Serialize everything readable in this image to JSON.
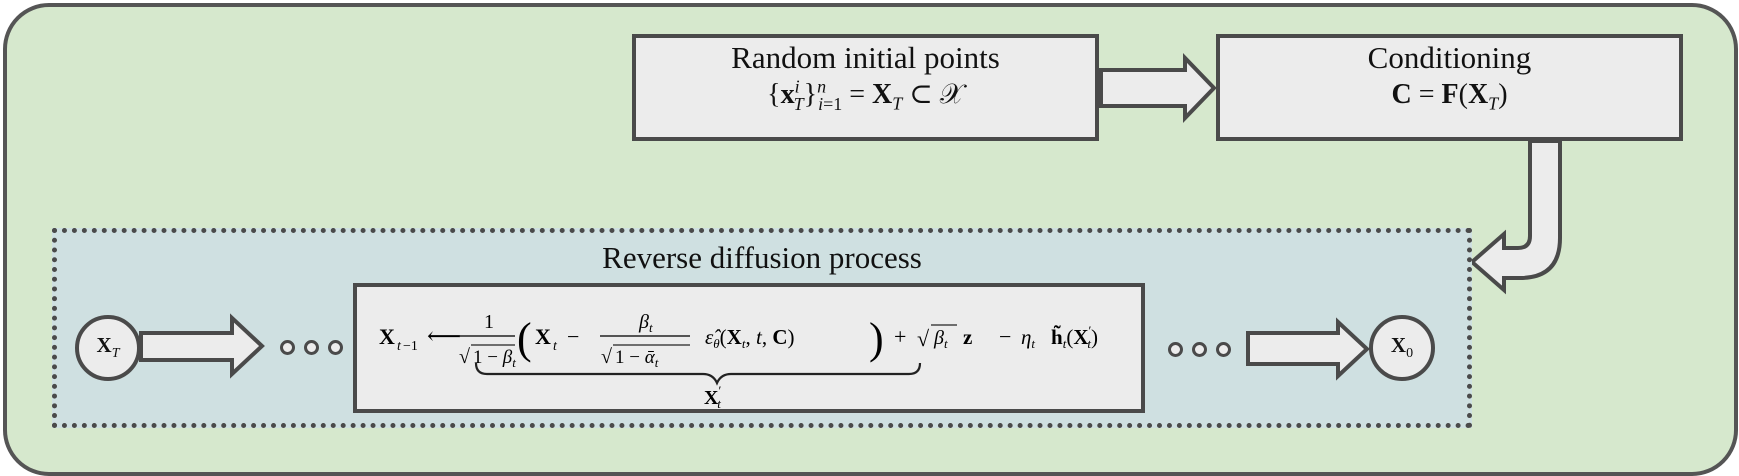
{
  "random_points": {
    "title": "Random initial points",
    "formula": "{x_T^i}_{i=1}^n = X_T ⊂ 𝒳"
  },
  "conditioning": {
    "title": "Conditioning",
    "formula": "C = F(X_T)"
  },
  "reverse": {
    "title": "Reverse diffusion process",
    "start_node": "X_T",
    "end_node": "X_0",
    "update_equation": {
      "lhs": "X_{t−1}",
      "arrow": "⟵",
      "fraction_num": "1",
      "fraction_den": "√(1 − β_t)",
      "beta_num": "β_t",
      "beta_den": "√(1 − ᾱ_t)",
      "epsilon_term": "ε̂_θ(X_t, t, C)",
      "noise_term": "+ √β_t z",
      "guidance_term": "− η_t h̃_t(X′_t)",
      "underbrace_label": "X′_t"
    }
  },
  "colors": {
    "outer_fill": "#d6e8cd",
    "inner_fill": "#cfe0e1",
    "box_fill": "#ececec",
    "stroke": "#4a4a4a"
  }
}
